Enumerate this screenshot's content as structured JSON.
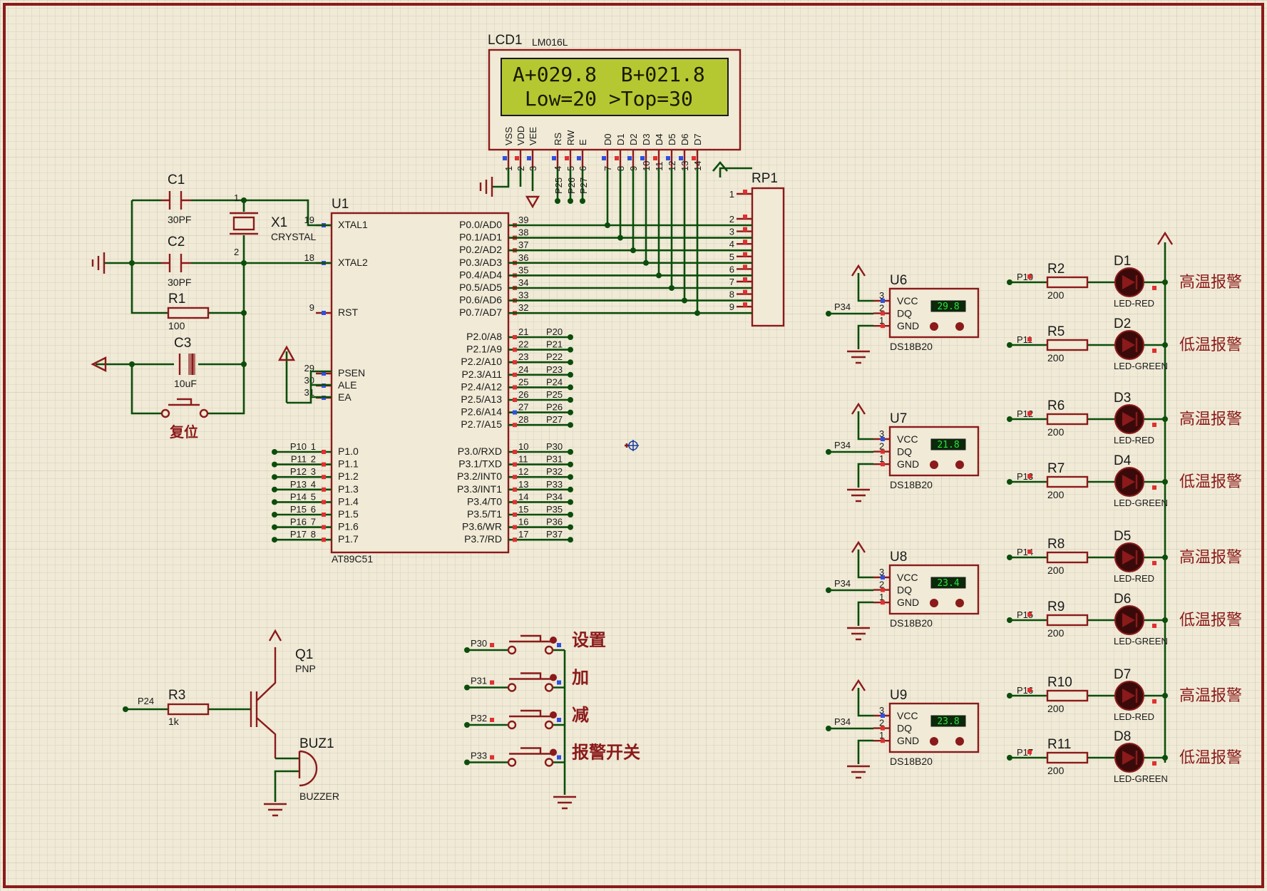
{
  "lcd": {
    "ref": "LCD1",
    "model": "LM016L",
    "line1": "A+029.8  B+021.8",
    "line2": " Low=20 >Top=30",
    "pins": [
      "VSS",
      "VDD",
      "VEE",
      "RS",
      "RW",
      "E",
      "D0",
      "D1",
      "D2",
      "D3",
      "D4",
      "D5",
      "D6",
      "D7"
    ],
    "pinnums": [
      "1",
      "2",
      "3",
      "4",
      "5",
      "6",
      "7",
      "8",
      "9",
      "10",
      "11",
      "12",
      "13",
      "14"
    ],
    "ctrl_nets": [
      "P25",
      "P26",
      "P27"
    ]
  },
  "rp1": {
    "ref": "RP1",
    "pins": [
      "1",
      "2",
      "3",
      "4",
      "5",
      "6",
      "7",
      "8",
      "9"
    ]
  },
  "mcu": {
    "ref": "U1",
    "model": "AT89C51",
    "left": [
      [
        "19",
        "XTAL1"
      ],
      [
        "18",
        "XTAL2"
      ],
      [
        "9",
        "RST"
      ],
      [
        "29",
        "PSEN"
      ],
      [
        "30",
        "ALE"
      ],
      [
        "31",
        "EA"
      ]
    ],
    "p1": [
      [
        "1",
        "P1.0",
        "P10"
      ],
      [
        "2",
        "P1.1",
        "P11"
      ],
      [
        "3",
        "P1.2",
        "P12"
      ],
      [
        "4",
        "P1.3",
        "P13"
      ],
      [
        "5",
        "P1.4",
        "P14"
      ],
      [
        "6",
        "P1.5",
        "P15"
      ],
      [
        "7",
        "P1.6",
        "P16"
      ],
      [
        "8",
        "P1.7",
        "P17"
      ]
    ],
    "p0": [
      [
        "39",
        "P0.0/AD0"
      ],
      [
        "38",
        "P0.1/AD1"
      ],
      [
        "37",
        "P0.2/AD2"
      ],
      [
        "36",
        "P0.3/AD3"
      ],
      [
        "35",
        "P0.4/AD4"
      ],
      [
        "34",
        "P0.5/AD5"
      ],
      [
        "33",
        "P0.6/AD6"
      ],
      [
        "32",
        "P0.7/AD7"
      ]
    ],
    "p2": [
      [
        "21",
        "P2.0/A8",
        "P20"
      ],
      [
        "22",
        "P2.1/A9",
        "P21"
      ],
      [
        "23",
        "P2.2/A10",
        "P22"
      ],
      [
        "24",
        "P2.3/A11",
        "P23"
      ],
      [
        "25",
        "P2.4/A12",
        "P24"
      ],
      [
        "26",
        "P2.5/A13",
        "P25"
      ],
      [
        "27",
        "P2.6/A14",
        "P26"
      ],
      [
        "28",
        "P2.7/A15",
        "P27"
      ]
    ],
    "p3": [
      [
        "10",
        "P3.0/RXD",
        "P30"
      ],
      [
        "11",
        "P3.1/TXD",
        "P31"
      ],
      [
        "12",
        "P3.2/INT0",
        "P32"
      ],
      [
        "13",
        "P3.3/INT1",
        "P33"
      ],
      [
        "14",
        "P3.4/T0",
        "P34"
      ],
      [
        "15",
        "P3.5/T1",
        "P35"
      ],
      [
        "16",
        "P3.6/WR",
        "P36"
      ],
      [
        "17",
        "P3.7/RD",
        "P37"
      ]
    ]
  },
  "osc": {
    "c1": {
      "ref": "C1",
      "value": "30PF"
    },
    "c2": {
      "ref": "C2",
      "value": "30PF"
    },
    "x1": {
      "ref": "X1",
      "value": "CRYSTAL",
      "pin1": "1",
      "pin2": "2"
    }
  },
  "reset": {
    "r1": {
      "ref": "R1",
      "value": "100"
    },
    "c3": {
      "ref": "C3",
      "value": "10uF"
    },
    "label": "复位"
  },
  "buzzer": {
    "r3": {
      "ref": "R3",
      "value": "1k"
    },
    "q1": {
      "ref": "Q1",
      "value": "PNP"
    },
    "buz": {
      "ref": "BUZ1",
      "value": "BUZZER"
    },
    "net": "P24"
  },
  "buttons": [
    {
      "net": "P30",
      "label": "设置"
    },
    {
      "net": "P31",
      "label": "加"
    },
    {
      "net": "P32",
      "label": "减"
    },
    {
      "net": "P33",
      "label": "报警开关"
    }
  ],
  "sensors": [
    {
      "ref": "U6",
      "reading": "29.8"
    },
    {
      "ref": "U7",
      "reading": "21.8"
    },
    {
      "ref": "U8",
      "reading": "23.4"
    },
    {
      "ref": "U9",
      "reading": "23.8"
    }
  ],
  "sensor_common": {
    "model": "DS18B20",
    "net": "P34",
    "pins": [
      "VCC",
      "DQ",
      "GND"
    ],
    "pinnums": [
      "3",
      "2",
      "1"
    ]
  },
  "leds": [
    {
      "net": "P10",
      "r": "R2",
      "rv": "200",
      "d": "D1",
      "type": "LED-RED",
      "label": "高温报警"
    },
    {
      "net": "P11",
      "r": "R5",
      "rv": "200",
      "d": "D2",
      "type": "LED-GREEN",
      "label": "低温报警"
    },
    {
      "net": "P12",
      "r": "R6",
      "rv": "200",
      "d": "D3",
      "type": "LED-RED",
      "label": "高温报警"
    },
    {
      "net": "P13",
      "r": "R7",
      "rv": "200",
      "d": "D4",
      "type": "LED-GREEN",
      "label": "低温报警"
    },
    {
      "net": "P14",
      "r": "R8",
      "rv": "200",
      "d": "D5",
      "type": "LED-RED",
      "label": "高温报警"
    },
    {
      "net": "P15",
      "r": "R9",
      "rv": "200",
      "d": "D6",
      "type": "LED-GREEN",
      "label": "低温报警"
    },
    {
      "net": "P16",
      "r": "R10",
      "rv": "200",
      "d": "D7",
      "type": "LED-RED",
      "label": "高温报警"
    },
    {
      "net": "P17",
      "r": "R11",
      "rv": "200",
      "d": "D8",
      "type": "LED-GREEN",
      "label": "低温报警"
    }
  ],
  "colors": {
    "wire": "#0b4d0b",
    "component": "#8b1a1a",
    "lcd_screen": "#b5c832",
    "border": "#8b1a1a"
  }
}
